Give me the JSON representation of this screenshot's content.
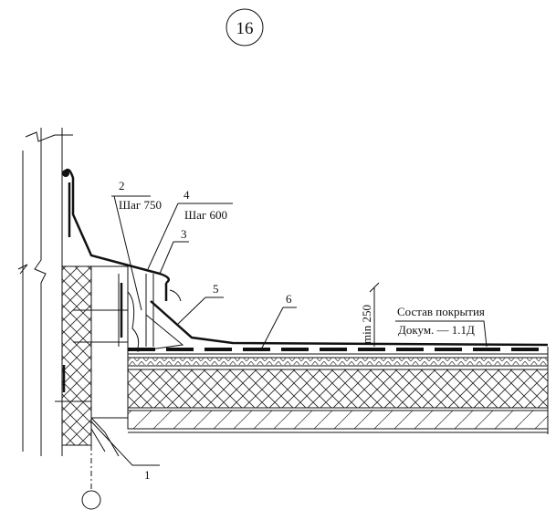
{
  "sheet_number": "16",
  "callouts": [
    {
      "id": "1",
      "text": "1"
    },
    {
      "id": "2",
      "text": "2",
      "note": "Шаг 750"
    },
    {
      "id": "3",
      "text": "3"
    },
    {
      "id": "4",
      "text": "4",
      "note": "Шаг 600"
    },
    {
      "id": "5",
      "text": "5"
    },
    {
      "id": "6",
      "text": "6"
    }
  ],
  "dimension": "min 250",
  "roof_note": {
    "title": "Состав покрытия",
    "reference": "Докум. — 1.1Д"
  }
}
